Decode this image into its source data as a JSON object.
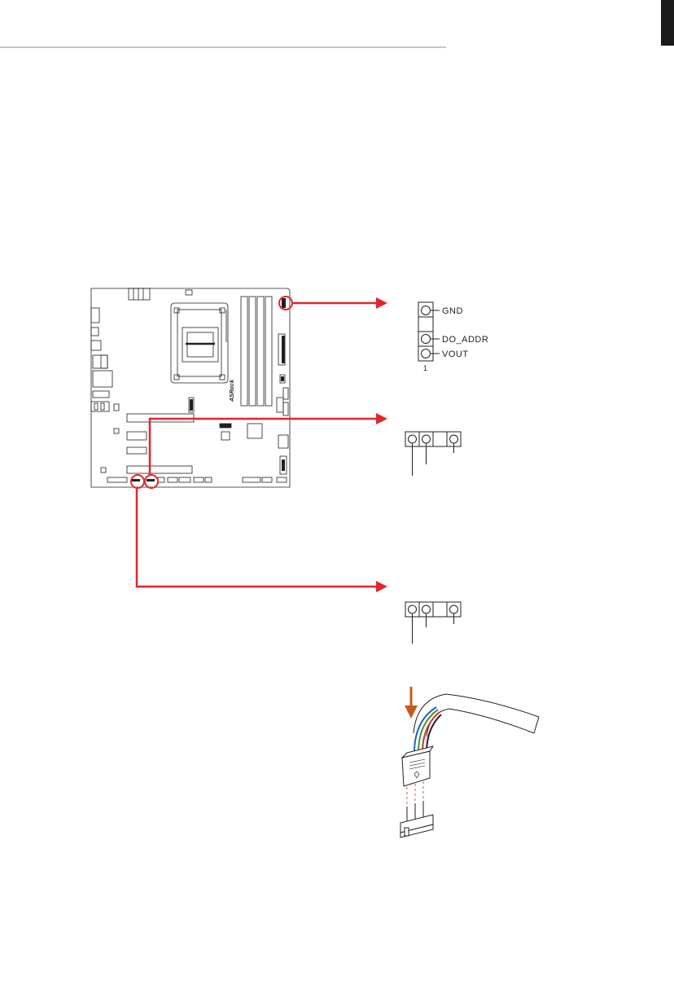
{
  "header": {
    "rule_color": "#b3b3b3",
    "tab_color": "#1a1a1a"
  },
  "motherboard": {
    "brand": "ASRock"
  },
  "connector_pinout": {
    "pins": [
      "GND",
      "DO_ADDR",
      "VOUT"
    ],
    "pin1_label": "1"
  },
  "colors": {
    "callout": "#e3262a",
    "insert_arrow": "#c8581e",
    "line": "#231f20"
  },
  "cable_wire_colors": [
    "#2563b3",
    "#3a9a3a",
    "#d62f2f",
    "#222222"
  ]
}
